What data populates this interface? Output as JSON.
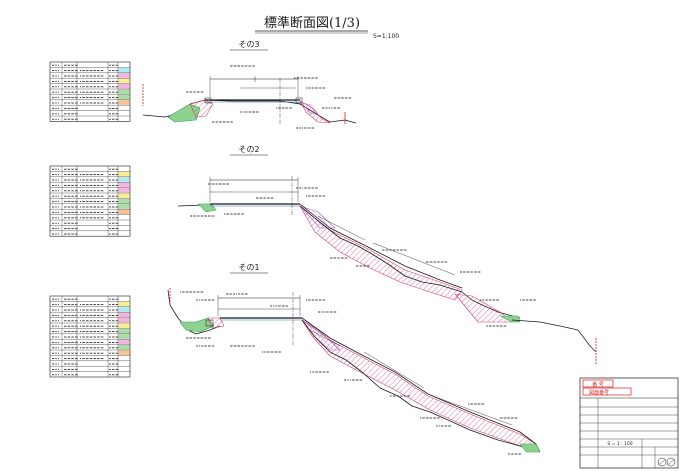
{
  "drawing": {
    "title": "標準断面図(1/3)",
    "scale": "S=1:100"
  },
  "sections": {
    "s3": {
      "label": "その3"
    },
    "s2": {
      "label": "その2"
    },
    "s1": {
      "label": "その1"
    }
  },
  "title_block": {
    "stamp_1": "番 号",
    "stamp_2": "図面番号",
    "scale_value": "S = 1 : 100"
  },
  "colors": {
    "line": "#1a1a1a",
    "cut": "#d23c78",
    "fill": "#b45ad2",
    "green": "#28a050",
    "blue": "#3c64c8",
    "red": "#e01e1e"
  }
}
